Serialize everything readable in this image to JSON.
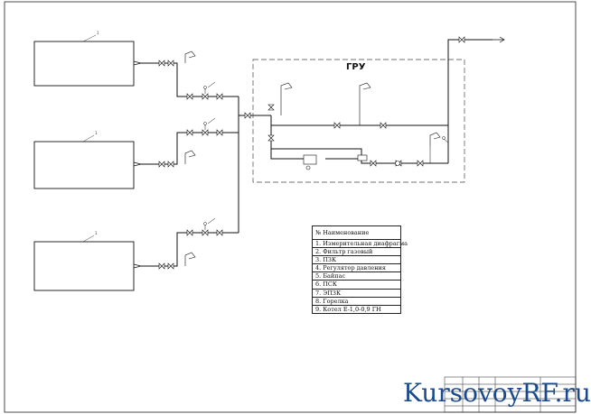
{
  "sheet": {
    "stamp": "",
    "gru_label": "ГРУ",
    "outlet_note": ""
  },
  "boilers": [
    {
      "number": "1"
    },
    {
      "number": "1"
    },
    {
      "number": "1"
    }
  ],
  "legend": {
    "header": "№  Наименование",
    "items": [
      "1. Измерительная диафрагма",
      "2. Фильтр газовый",
      "3. ПЗК",
      "4. Регулятор давления",
      "5. Байпас",
      "6. ПСК",
      "7. ЭПЗК",
      "8. Горелка",
      "9. Котел Е-1,0-0,9 ГН"
    ]
  },
  "watermark": {
    "text": "KursovoyRF.ru"
  },
  "colors": {
    "line": "#111111",
    "watermark": "#1b4a8c",
    "frame": "#222222"
  }
}
